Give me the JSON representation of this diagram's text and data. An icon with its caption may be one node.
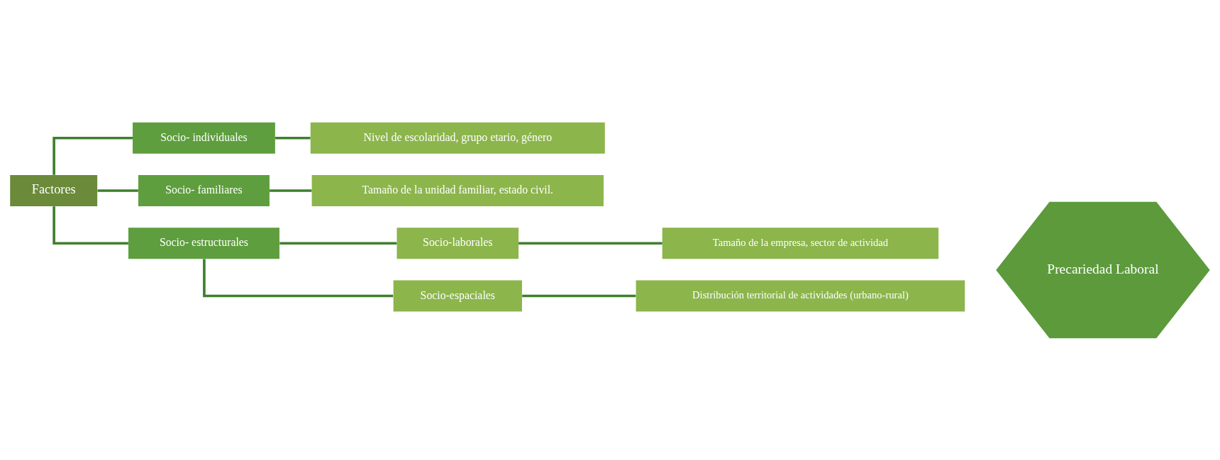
{
  "diagram": {
    "nodes": [
      {
        "text": [
          "Factores"
        ]
      },
      {
        "text": [
          "Socio- individuales"
        ]
      },
      {
        "text": [
          "Nivel de escolaridad, grupo etario, género"
        ]
      },
      {
        "text": [
          "Socio- familiares"
        ]
      },
      {
        "text": [
          "Tamaño de la unidad familiar, estado civil."
        ]
      },
      {
        "text": [
          "Socio- estructurales"
        ]
      },
      {
        "text": [
          "Socio-laborales"
        ]
      },
      {
        "text": [
          "Tamaño de la empresa, sector de actividad"
        ]
      },
      {
        "text": [
          "Socio-espaciales"
        ]
      },
      {
        "text": [
          "Distribución territorial de actividades (urbano-rural)"
        ]
      },
      {
        "text": [
          "Precariedad Laboral"
        ]
      }
    ],
    "edges": [
      {
        "from": 0,
        "to": 1,
        "arrow": "none"
      },
      {
        "from": 0,
        "to": 3,
        "arrow": "none"
      },
      {
        "from": 0,
        "to": 5,
        "arrow": "none"
      },
      {
        "from": 1,
        "to": 2,
        "arrow": "none"
      },
      {
        "from": 3,
        "to": 4,
        "arrow": "none"
      },
      {
        "from": 5,
        "to": 6,
        "arrow": "none"
      },
      {
        "from": 5,
        "to": 8,
        "arrow": "none"
      },
      {
        "from": 6,
        "to": 7,
        "arrow": "none"
      },
      {
        "from": 8,
        "to": 9,
        "arrow": "none"
      }
    ]
  }
}
